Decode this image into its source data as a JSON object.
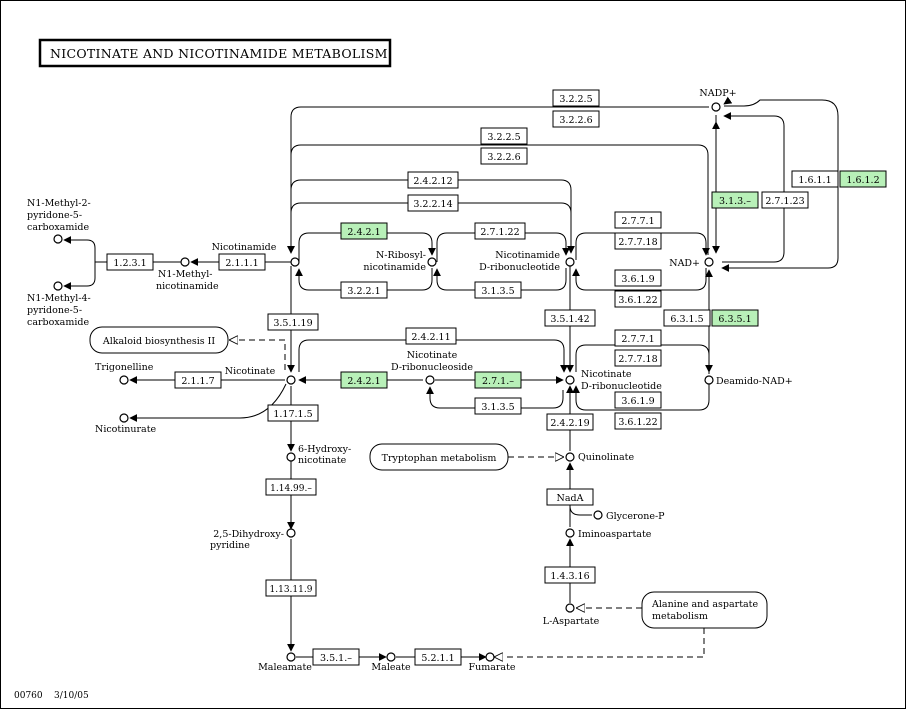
{
  "title": "NICOTINATE AND NICOTINAMIDE METABOLISM",
  "footer": {
    "map_id": "00760",
    "date": "3/10/05"
  },
  "colors": {
    "enzyme_present": "#b8f0b8",
    "enzyme_absent": "#ffffff",
    "line": "#000000",
    "background": "#ffffff"
  },
  "enzymes": {
    "e_3225a": "3.2.2.5",
    "e_3226a": "3.2.2.6",
    "e_3225b": "3.2.2.5",
    "e_3226b": "3.2.2.6",
    "e_24212": "2.4.2.12",
    "e_32214": "3.2.2.14",
    "e_1611": "1.6.1.1",
    "e_1612": "1.6.1.2",
    "e_313": "3.1.3.–",
    "e_27123": "2.7.1.23",
    "e_2421a": "2.4.2.1",
    "e_27122": "2.7.1.22",
    "e_2777a": "2.7.7.1",
    "e_27718a": "2.7.7.18",
    "e_2311": "1.2.3.1",
    "e_2111": "2.1.1.1",
    "e_3221": "3.2.2.1",
    "e_3135a": "3.1.3.5",
    "e_3619a": "3.6.1.9",
    "e_36122a": "3.6.1.22",
    "e_6315": "6.3.1.5",
    "e_6351": "6.3.5.1",
    "e_35119": "3.5.1.19",
    "e_35142": "3.5.1.42",
    "e_24211": "2.4.2.11",
    "e_2777b": "2.7.7.1",
    "e_27718b": "2.7.7.18",
    "e_2117": "2.1.1.7",
    "e_2421b": "2.4.2.1",
    "e_271": "2.7.1.–",
    "e_3135b": "3.1.3.5",
    "e_3619b": "3.6.1.9",
    "e_36122b": "3.6.1.22",
    "e_11715": "1.17.1.5",
    "e_24219": "2.4.2.19",
    "e_1149": "1.14.99.–",
    "e_nada": "NadA",
    "e_14316": "1.4.3.16",
    "e_1131119": "1.13.11.9",
    "e_351": "3.5.1.–",
    "e_5211": "5.2.1.1"
  },
  "compounds": {
    "nadp": "NADP+",
    "nad": "NAD+",
    "nicotinamide": "Nicotinamide",
    "n1m2p_1": "N1-Methyl-2-",
    "n1m2p_2": "pyridone-5-",
    "n1m2p_3": "carboxamide",
    "n1m4p_1": "N1-Methyl-4-",
    "n1m4p_2": "pyridone-5-",
    "n1m4p_3": "carboxamide",
    "n1mn_1": "N1-Methyl-",
    "n1mn_2": "nicotinamide",
    "nrn_1": "N-Ribosyl-",
    "nrn_2": "nicotinamide",
    "nmn_1": "Nicotinamide",
    "nmn_2": "D-ribonucleotide",
    "nicotinate": "Nicotinate",
    "trigonelline": "Trigonelline",
    "nicotinurate": "Nicotinurate",
    "nar_1": "Nicotinate",
    "nar_2": "D-ribonucleoside",
    "namn_1": "Nicotinate",
    "namn_2": "D-ribonucleotide",
    "deamido": "Deamido-NAD+",
    "quinolinate": "Quinolinate",
    "glycerone": "Glycerone-P",
    "iminoasp": "Iminoaspartate",
    "laspartate": "L-Aspartate",
    "hydroxy_1": "6-Hydroxy-",
    "hydroxy_2": "nicotinate",
    "dihydroxy_1": "2,5-Dihydroxy-",
    "dihydroxy_2": "pyridine",
    "maleamate": "Maleamate",
    "maleate": "Maleate",
    "fumarate": "Fumarate"
  },
  "pathways": {
    "alkaloid": "Alkaloid biosynthesis II",
    "tryptophan": "Tryptophan metabolism",
    "alanine_1": "Alanine and aspartate",
    "alanine_2": "metabolism"
  }
}
